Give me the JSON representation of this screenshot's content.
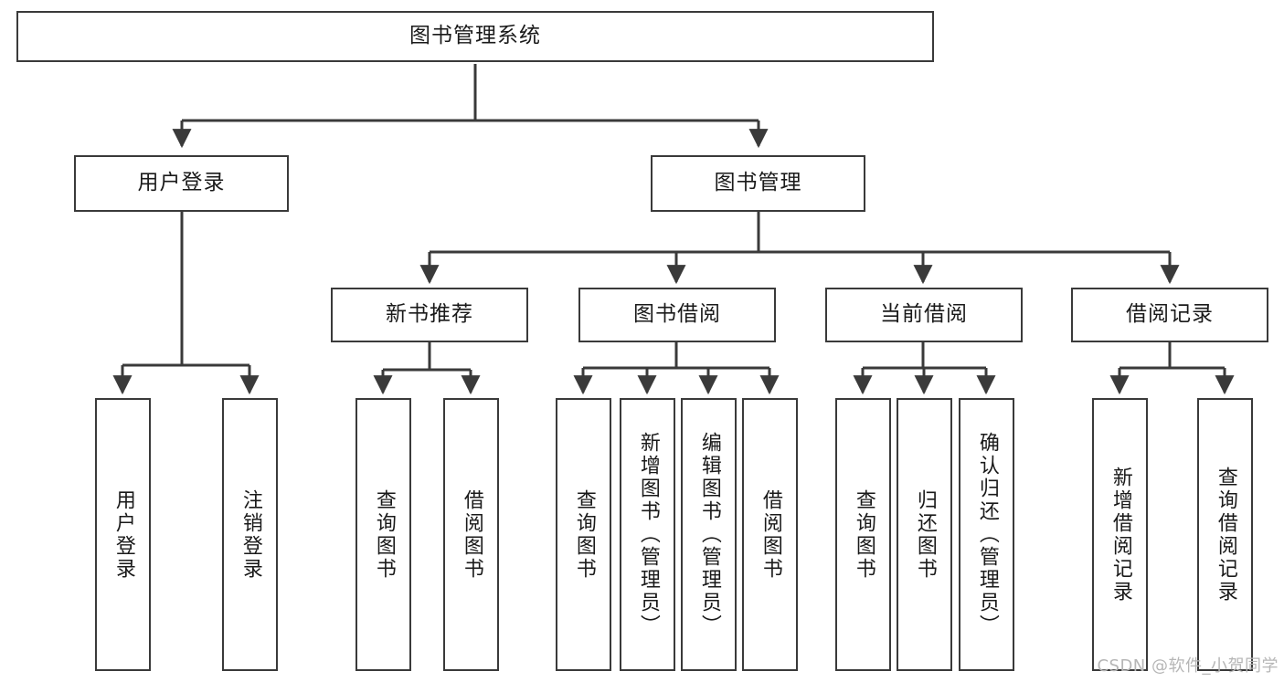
{
  "diagram": {
    "title": "图书管理系统",
    "type": "tree-hierarchy-chart",
    "orientation": "top-down",
    "line_color": "#3a3a3a",
    "box_fill": "#ffffff",
    "text_color": "#1a1a1a"
  },
  "nodes": {
    "root": {
      "label": "图书管理系统"
    },
    "level2": [
      {
        "label": "用户登录"
      },
      {
        "label": "图书管理"
      }
    ],
    "level3": [
      {
        "label": "新书推荐"
      },
      {
        "label": "图书借阅"
      },
      {
        "label": "当前借阅"
      },
      {
        "label": "借阅记录"
      }
    ],
    "leaves_user_login": [
      {
        "label": "用户登录"
      },
      {
        "label": "注销登录"
      }
    ],
    "leaves_new_book": [
      {
        "label": "查询图书"
      },
      {
        "label": "借阅图书"
      }
    ],
    "leaves_borrow": [
      {
        "label": "查询图书"
      },
      {
        "label": "新增图书（管理员）"
      },
      {
        "label": "编辑图书（管理员）"
      },
      {
        "label": "借阅图书"
      }
    ],
    "leaves_current": [
      {
        "label": "查询图书"
      },
      {
        "label": "归还图书"
      },
      {
        "label": "确认归还（管理员）"
      }
    ],
    "leaves_records": [
      {
        "label": "新增借阅记录"
      },
      {
        "label": "查询借阅记录"
      }
    ]
  },
  "watermark": {
    "text": "CSDN @软件_小贺同学"
  }
}
